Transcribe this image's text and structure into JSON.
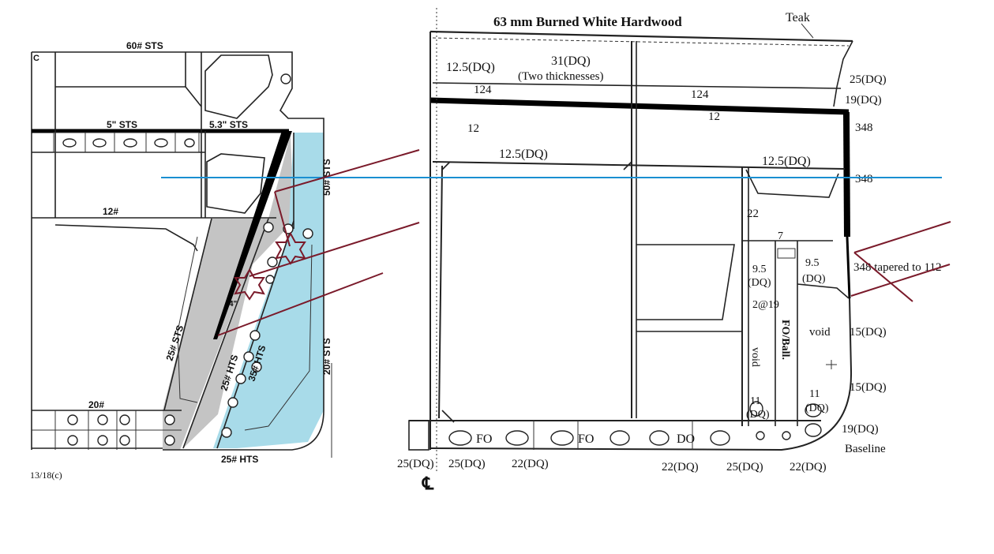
{
  "left_section": {
    "corner_label": "C",
    "deck_labels": [
      "60# STS",
      "5\" STS",
      "5.3\" STS",
      "12#",
      "20#"
    ],
    "side_labels": [
      "50# STS",
      "25# STS",
      "25# HTS",
      "35# HTS",
      "20# STS",
      "25# HTS"
    ],
    "angle_label": "4\"",
    "figure_ref": "13/18(c)"
  },
  "right_section": {
    "top_label": "63 mm Burned White Hardwood",
    "teak_label": "Teak",
    "deck_labels": [
      "12.5(DQ)",
      "31(DQ)",
      "(Two thicknesses)",
      "124",
      "12",
      "124",
      "12",
      "12.5(DQ)",
      "12.5(DQ)",
      "22",
      "7"
    ],
    "side_labels": [
      "25(DQ)",
      "19(DQ)",
      "348",
      "348",
      "348 tapered to 112",
      "15(DQ)",
      "15(DQ)",
      "19(DQ)",
      "Baseline"
    ],
    "inner_labels": [
      "9.5",
      "(DQ)",
      "9.5",
      "(DQ)",
      "2@19",
      "FO/Ball.",
      "void",
      "void",
      "11",
      "(DQ)",
      "11",
      "(DQ)"
    ],
    "tank_labels": [
      "FO",
      "FO",
      "DO"
    ],
    "bottom_labels": [
      "25(DQ)",
      "25(DQ)",
      "22(DQ)",
      "22(DQ)",
      "25(DQ)",
      "22(DQ)"
    ],
    "centerline_symbol": "℄"
  },
  "colors": {
    "overlay_blue": "#1a8fd1",
    "overlay_red": "#7a1a2a",
    "fill_gray": "#c4c4c4",
    "fill_blue": "#a8dbe9"
  }
}
